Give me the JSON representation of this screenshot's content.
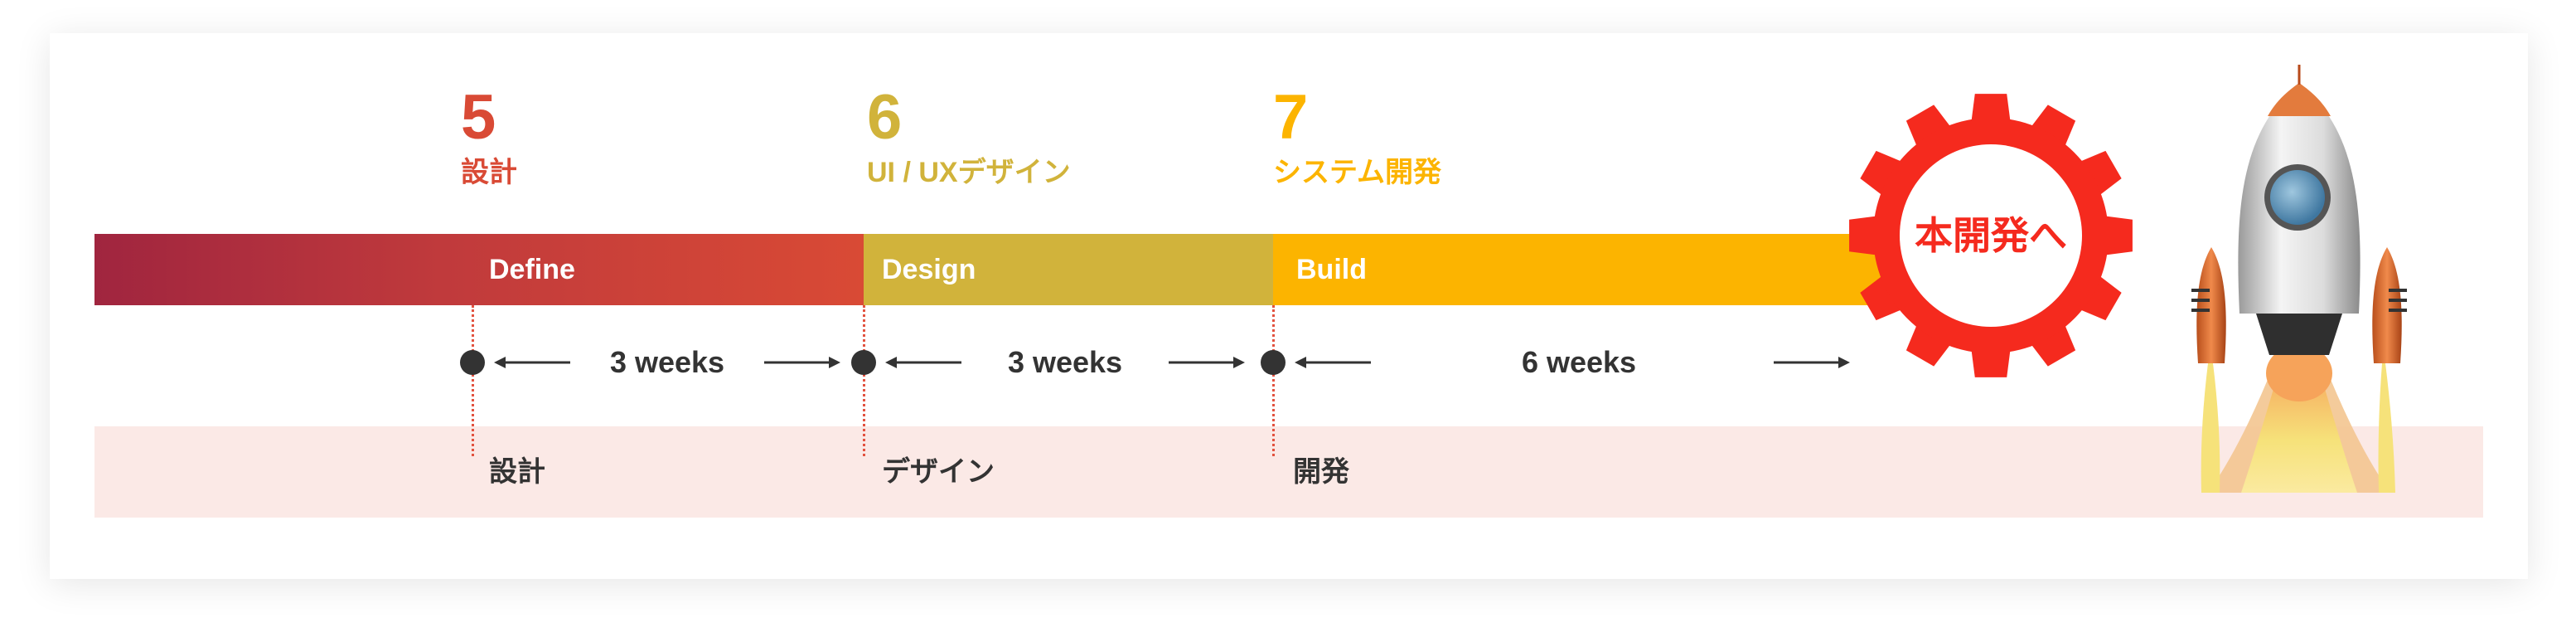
{
  "colors": {
    "define": "#d94a35",
    "define_start": "#a0253f",
    "design": "#d1b33b",
    "build": "#fcb400",
    "gear": "#f52a1e",
    "band": "#fbe9e6",
    "text_dark": "#333333"
  },
  "phases": [
    {
      "number": "5",
      "title": "設計",
      "bar_label": "Define",
      "band_label": "設計"
    },
    {
      "number": "6",
      "title": "UI / UXデザイン",
      "bar_label": "Design",
      "band_label": "デザイン"
    },
    {
      "number": "7",
      "title": "システム開発",
      "bar_label": "Build",
      "band_label": "開発"
    }
  ],
  "durations": [
    "3 weeks",
    "3 weeks",
    "6 weeks"
  ],
  "gear": {
    "label": "本開発へ",
    "icon": "gear-icon"
  },
  "rocket": {
    "icon": "rocket-icon"
  }
}
